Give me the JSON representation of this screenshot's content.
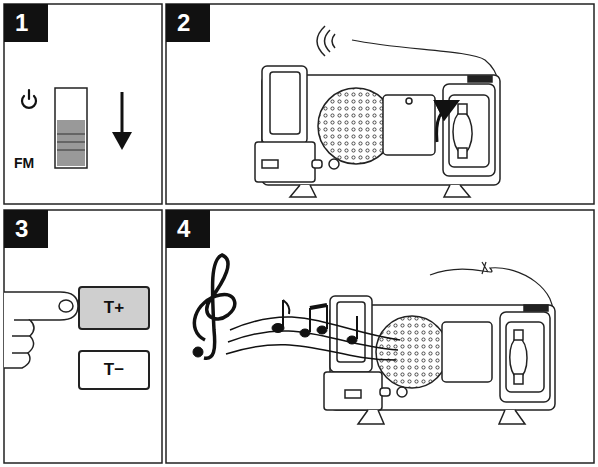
{
  "diagram": {
    "nodes": [
      {
        "text": [
          "T+"
        ]
      },
      {
        "text": [
          "T−"
        ]
      }
    ],
    "labels": [
      "1",
      "2",
      "FM",
      "3",
      "4"
    ]
  }
}
